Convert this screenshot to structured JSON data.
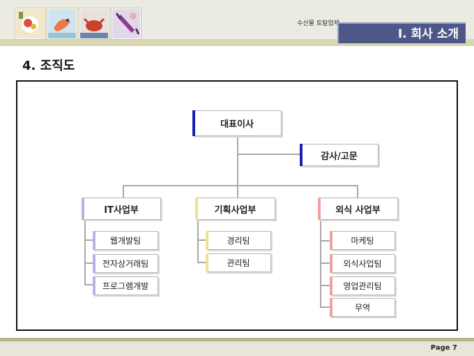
{
  "header": {
    "company": "수산물 토탈업체",
    "section_title": "I. 회사 소개",
    "thumbnails": [
      "food-photo-icon",
      "shrimp-photo-icon",
      "crab-photo-icon",
      "lobster-photo-icon"
    ]
  },
  "heading": "4. 조직도",
  "org": {
    "ceo": "대표이사",
    "audit": "감사/고문",
    "divisions": [
      {
        "name": "IT사업부",
        "accent": "#b4b4e8",
        "teams": [
          "웹개발팀",
          "전자상거래팀",
          "프로그램개발"
        ]
      },
      {
        "name": "기획사업부",
        "accent": "#f0e090",
        "teams": [
          "경리팀",
          "관리팀"
        ]
      },
      {
        "name": "외식 사업부",
        "accent": "#f0a0a0",
        "teams": [
          "마케팅",
          "외식사업팀",
          "영업관리팀",
          "무역"
        ]
      }
    ],
    "top_accent": "#1a1fb0"
  },
  "footer": {
    "page": "Page 7"
  }
}
